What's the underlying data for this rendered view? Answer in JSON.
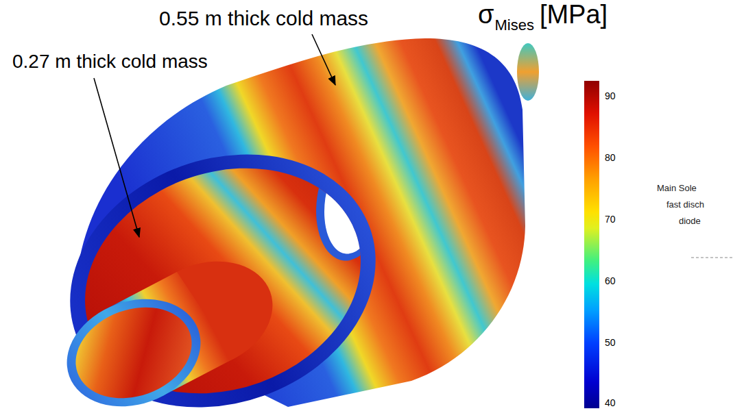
{
  "diagram": {
    "labels": [
      "0.55 m thick cold mass",
      "σ",
      "Mises",
      "[MPa]",
      "0.27 m thick cold mass",
      "90",
      "80",
      "70",
      "60",
      "50",
      "40",
      "Main Sole",
      "fast disch",
      "diode"
    ]
  }
}
